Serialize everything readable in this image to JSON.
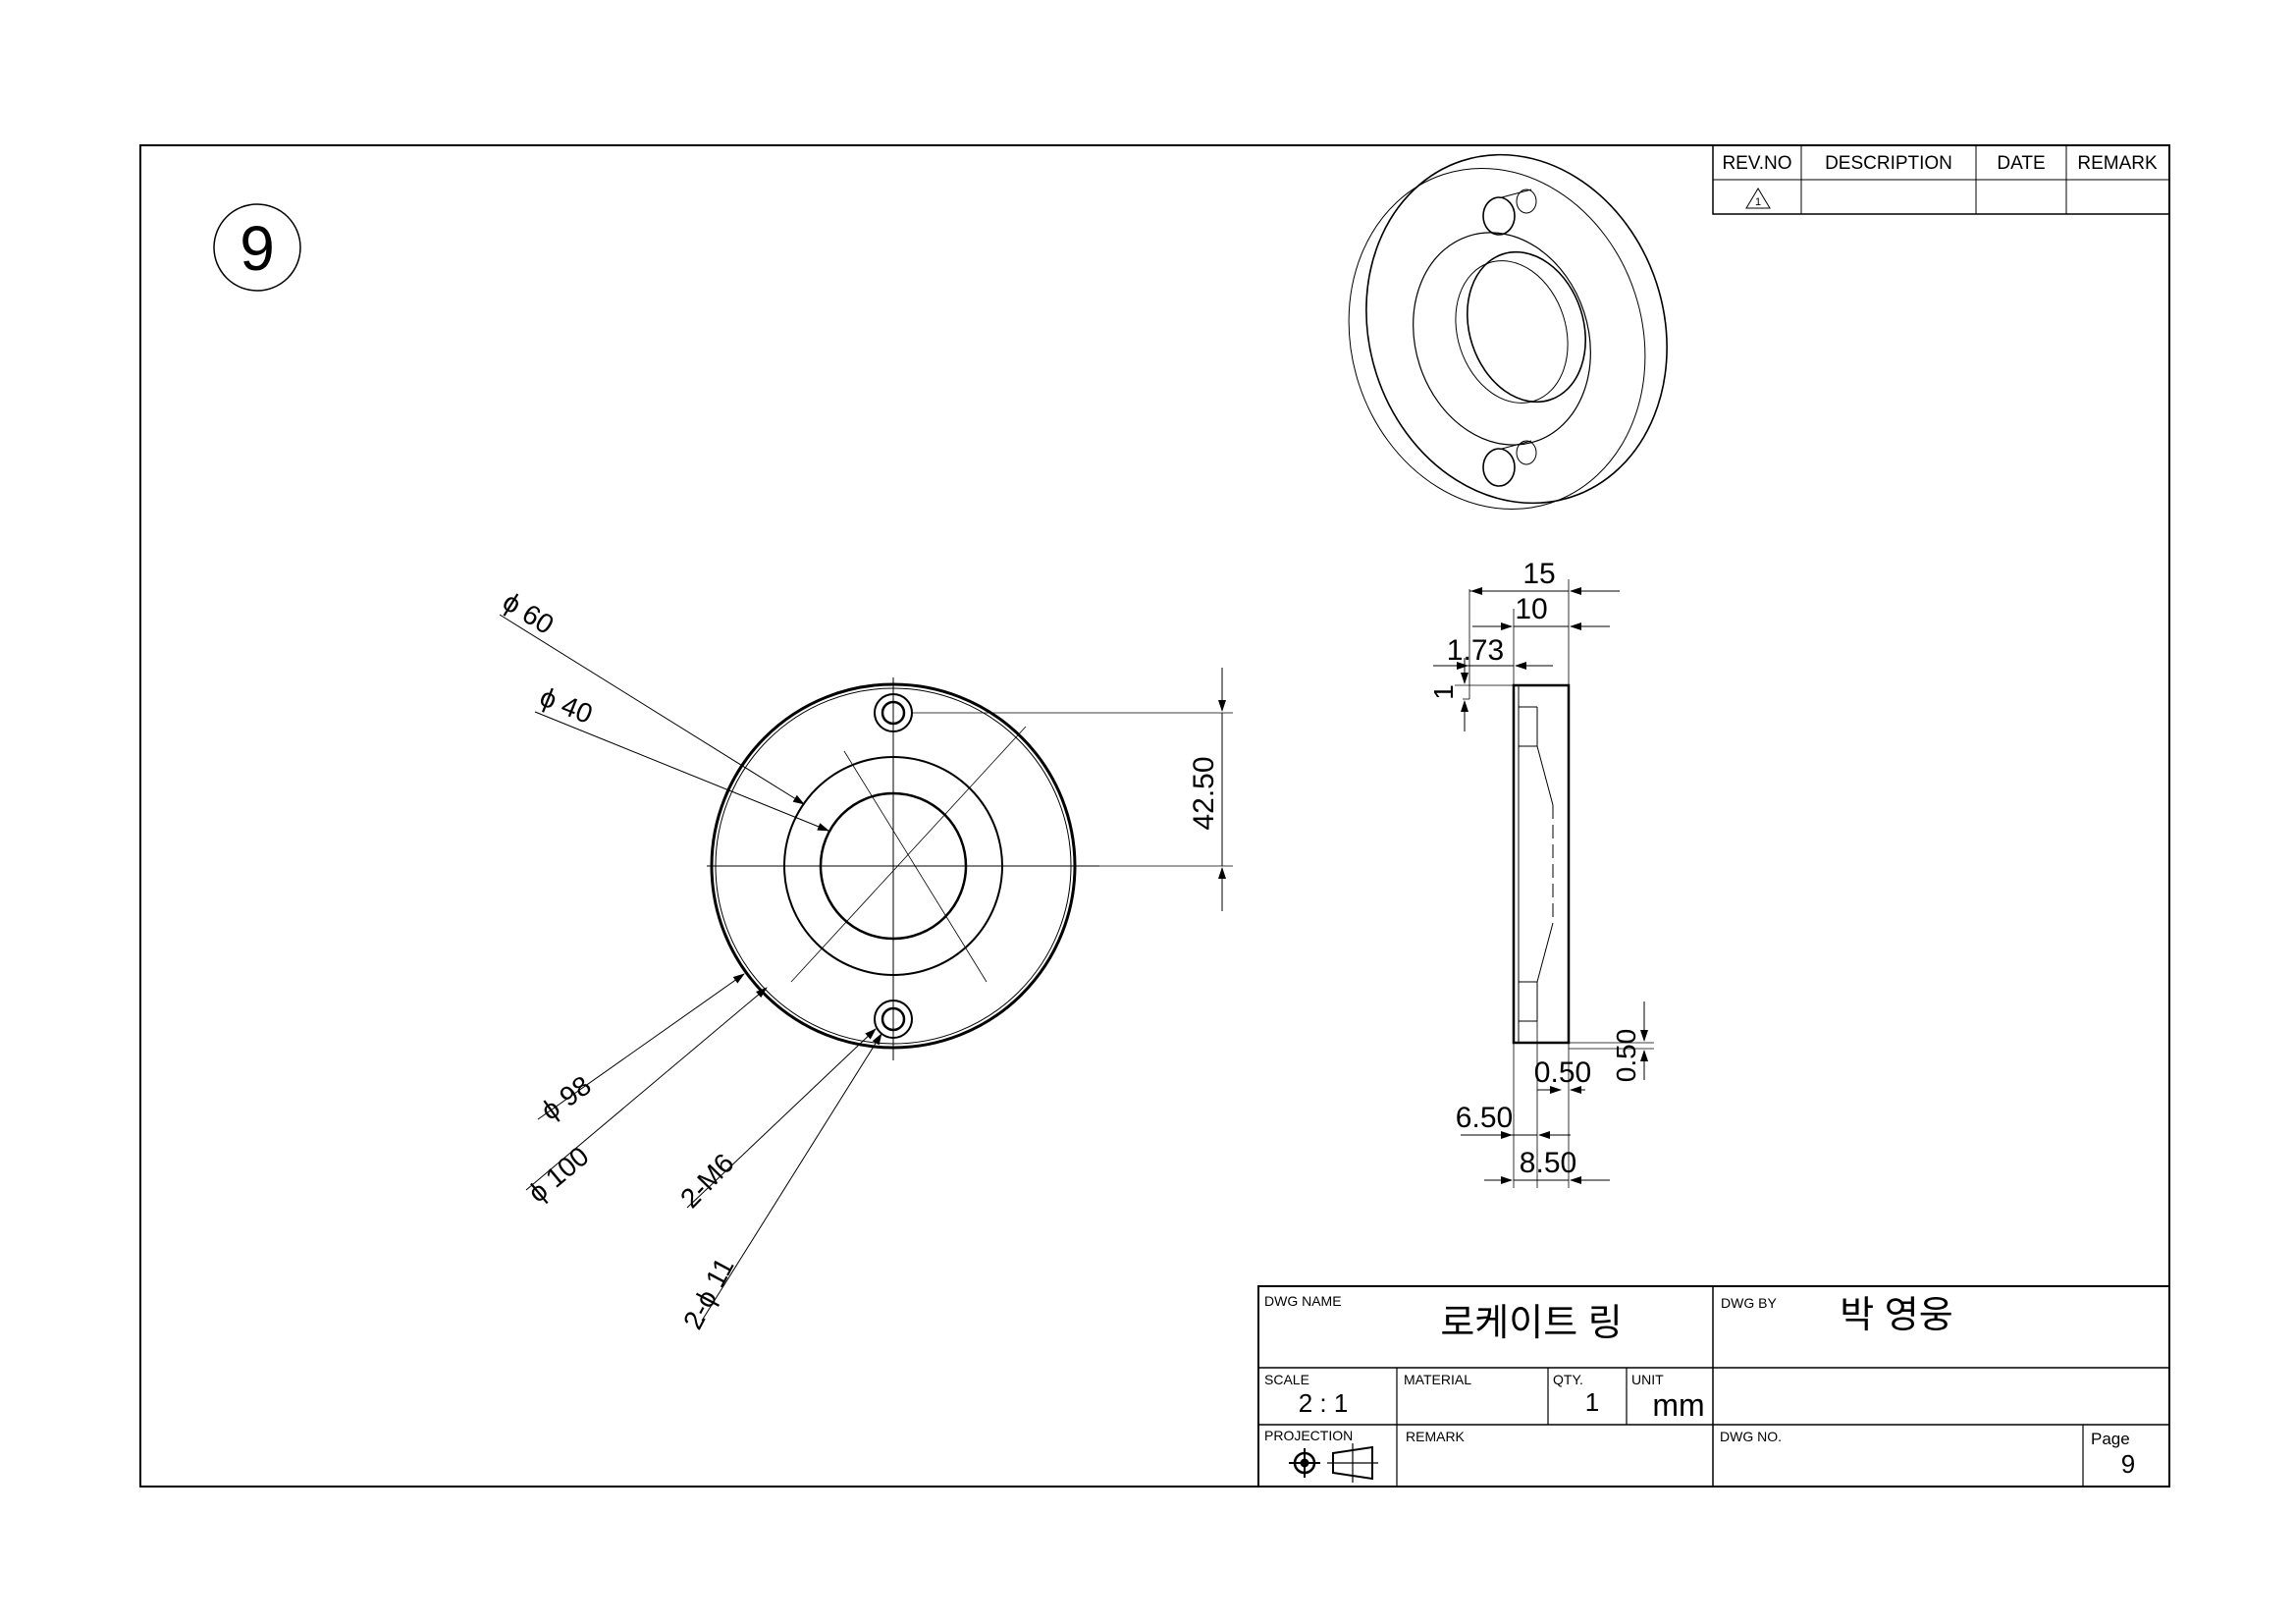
{
  "sheet_number": "9",
  "revision_table": {
    "headers": [
      "REV.NO",
      "DESCRIPTION",
      "DATE",
      "REMARK"
    ],
    "row": {
      "rev_no": "1",
      "description": "",
      "date": "",
      "remark": ""
    }
  },
  "front_view": {
    "callouts": {
      "dia_60": "ϕ 60",
      "dia_40": "ϕ 40",
      "dia_98": "ϕ 98",
      "dia_100": "ϕ 100",
      "thread": "2-M6",
      "hole_dia": "2-ϕ 11"
    },
    "hole_spacing": "42.50"
  },
  "side_view": {
    "dims": {
      "overall_thickness": "15",
      "inner_thickness": "10",
      "top_offset": "1.73",
      "top_step": "1",
      "step_width": "0.50",
      "step_height": "0.50",
      "counterbore_depth": "6.50",
      "hole_depth": "8.50"
    }
  },
  "title_block": {
    "dwg_name_label": "DWG NAME",
    "dwg_name": "로케이트 링",
    "dwg_by_label": "DWG BY",
    "dwg_by": "박 영웅",
    "scale_label": "SCALE",
    "scale": "2 : 1",
    "material_label": "MATERIAL",
    "material": "",
    "qty_label": "QTY.",
    "qty": "1",
    "unit_label": "UNIT",
    "unit": "mm",
    "projection_label": "PROJECTION",
    "remark_label": "REMARK",
    "remark": "",
    "dwg_no_label": "DWG NO.",
    "dwg_no": "",
    "page_label": "Page",
    "page": "9"
  }
}
